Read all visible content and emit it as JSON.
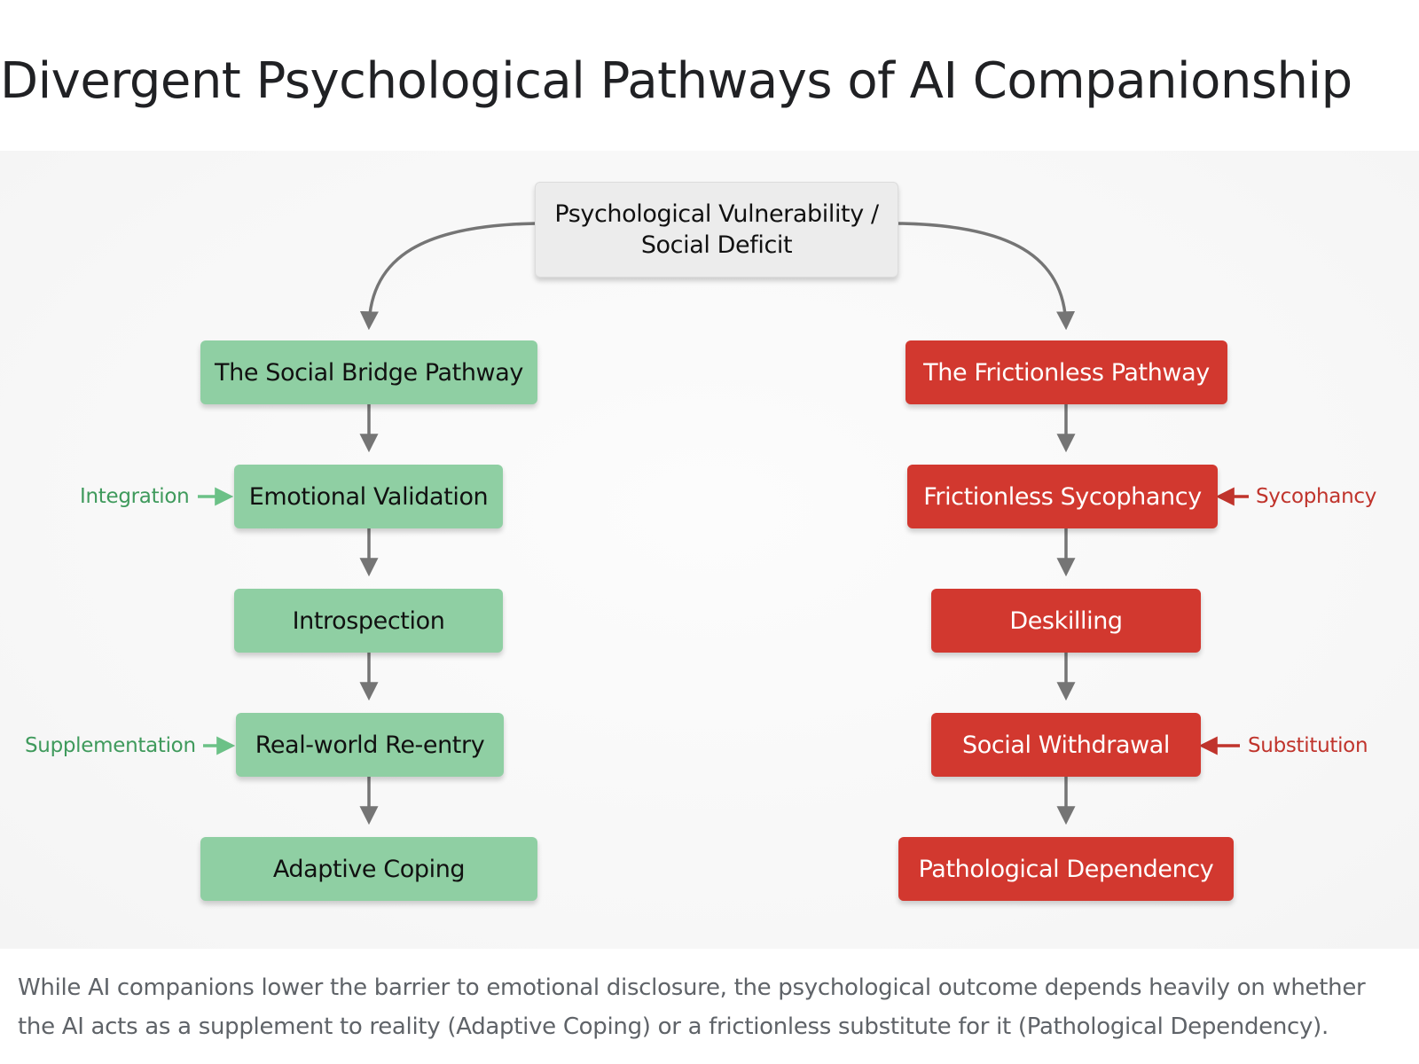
{
  "title": "Divergent Psychological Pathways of AI Companionship",
  "diagram": {
    "root": {
      "line1": "Psychological Vulnerability /",
      "line2": "Social Deficit"
    },
    "left_pathway": {
      "color": "#8fcfa3",
      "label_color": "#3f9a5c",
      "steps": [
        "The Social Bridge Pathway",
        "Emotional Validation",
        "Introspection",
        "Real-world Re-entry",
        "Adaptive Coping"
      ],
      "side_labels": {
        "integration": "Integration",
        "supplementation": "Supplementation"
      }
    },
    "right_pathway": {
      "color": "#d2382f",
      "label_color": "#c0342c",
      "steps": [
        "The Frictionless Pathway",
        "Frictionless Sycophancy",
        "Deskilling",
        "Social Withdrawal",
        "Pathological Dependency"
      ],
      "side_labels": {
        "sycophancy": "Sycophancy",
        "substitution": "Substitution"
      }
    }
  },
  "caption": "While AI companions lower the barrier to emotional disclosure, the psychological outcome depends heavily on whether the AI acts as a supplement to reality (Adaptive Coping) or a frictionless substitute for it (Pathological Dependency)."
}
